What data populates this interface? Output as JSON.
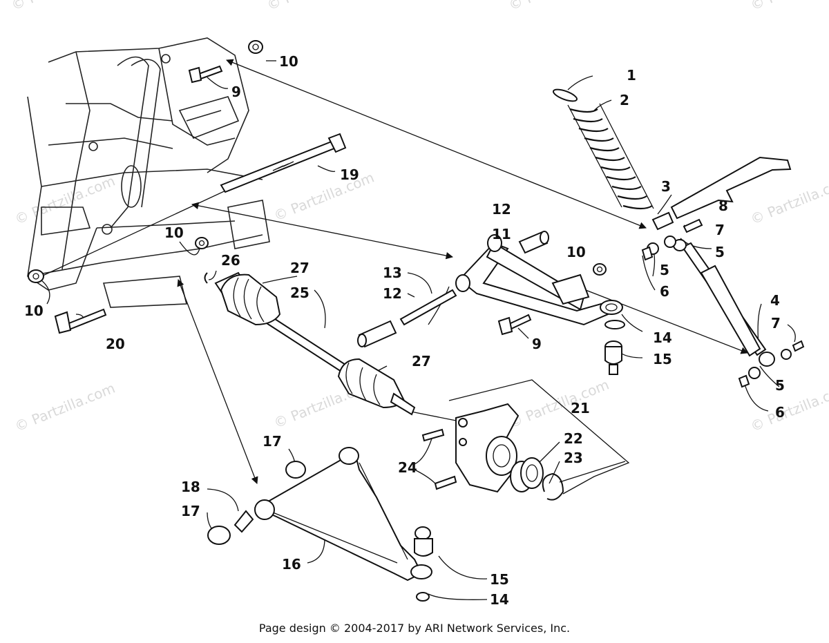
{
  "watermark": "© Partzilla.com",
  "footer": "Page design © 2004-2017 by ARI Network Services, Inc.",
  "callouts": {
    "c1": "1",
    "c2": "2",
    "c3": "3",
    "c4": "4",
    "c5a": "5",
    "c5b": "5",
    "c5c": "5",
    "c6a": "6",
    "c6b": "6",
    "c7a": "7",
    "c7b": "7",
    "c8": "8",
    "c9a": "9",
    "c9b": "9",
    "c10a": "10",
    "c10b": "10",
    "c10c": "10",
    "c10d": "10",
    "c11": "11",
    "c12a": "12",
    "c12b": "12",
    "c13": "13",
    "c14a": "14",
    "c14b": "14",
    "c15a": "15",
    "c15b": "15",
    "c16": "16",
    "c17a": "17",
    "c17b": "17",
    "c18": "18",
    "c19": "19",
    "c20": "20",
    "c21": "21",
    "c22": "22",
    "c23": "23",
    "c24": "24",
    "c25": "25",
    "c26": "26",
    "c27a": "27",
    "c27b": "27"
  }
}
